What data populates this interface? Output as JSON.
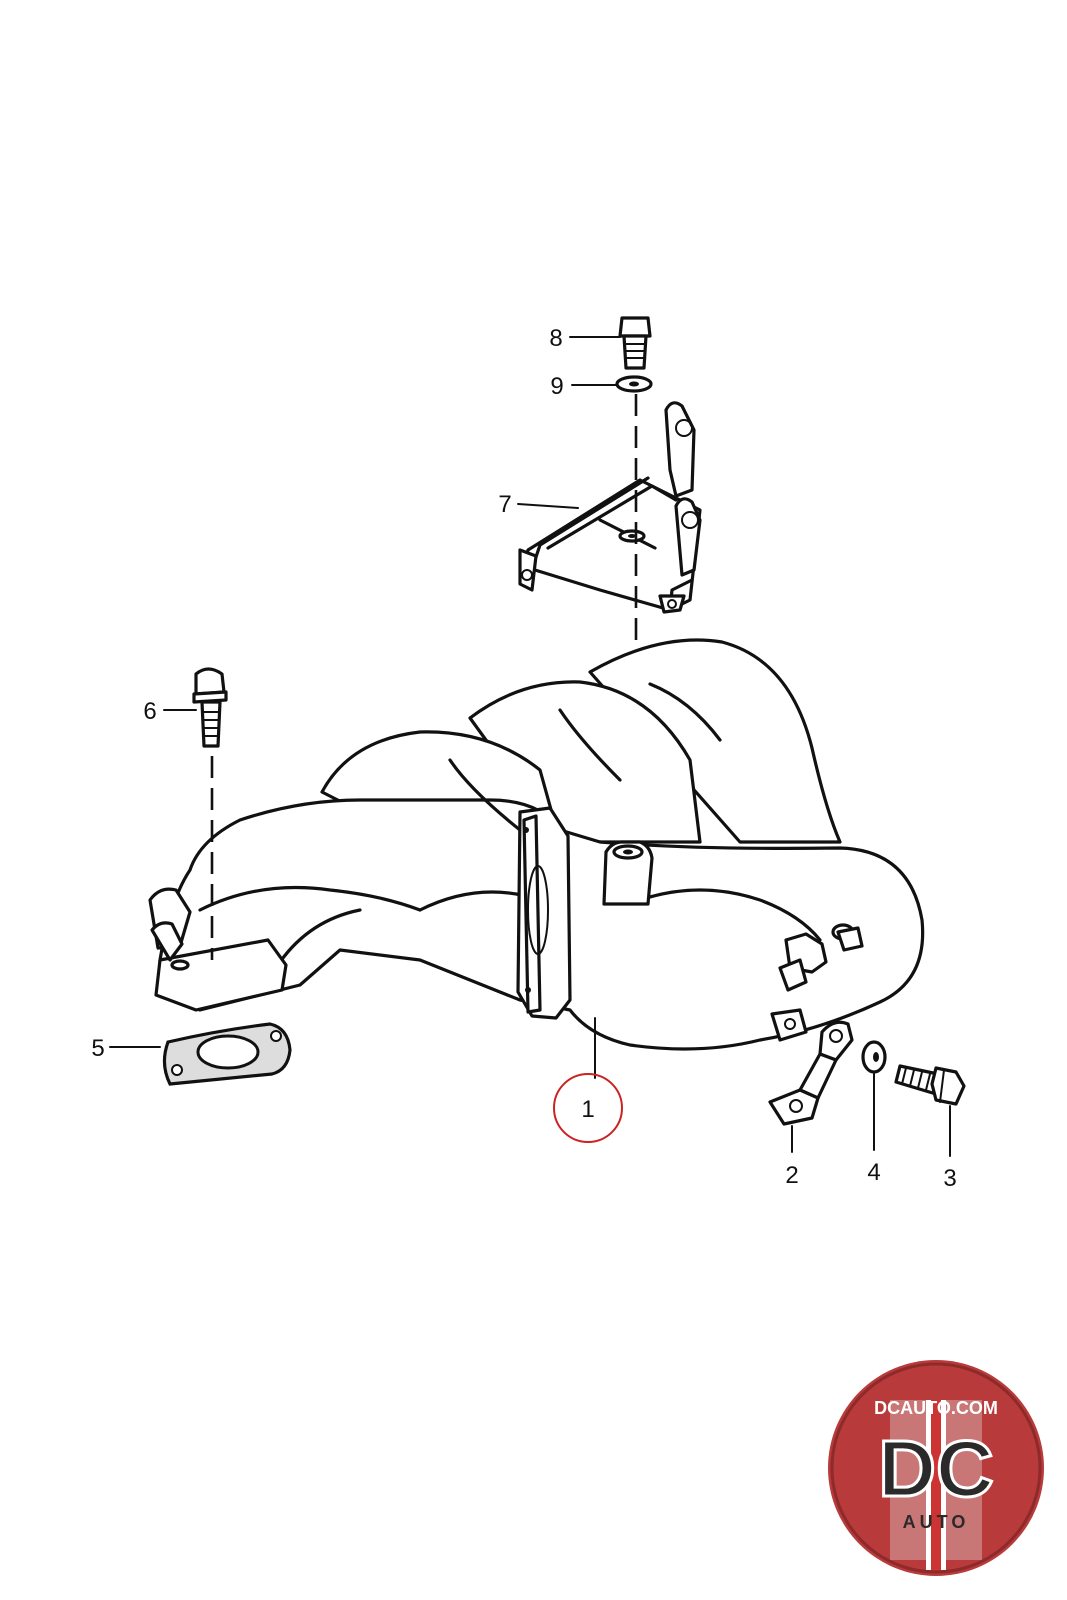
{
  "diagram": {
    "callouts": [
      {
        "id": "1",
        "label": "1",
        "highlighted": true
      },
      {
        "id": "2",
        "label": "2"
      },
      {
        "id": "3",
        "label": "3"
      },
      {
        "id": "4",
        "label": "4"
      },
      {
        "id": "5",
        "label": "5"
      },
      {
        "id": "6",
        "label": "6"
      },
      {
        "id": "7",
        "label": "7"
      },
      {
        "id": "8",
        "label": "8"
      },
      {
        "id": "9",
        "label": "9"
      }
    ],
    "highlight_color": "#cc2222",
    "line_color": "#111111"
  },
  "logo": {
    "site": "DCAUTO.COM",
    "letters": "DC",
    "sub": "AUTO",
    "colors": {
      "badge": "#b83a3a",
      "stripe": "#ffffff",
      "letters": "#2a2a2a"
    }
  }
}
